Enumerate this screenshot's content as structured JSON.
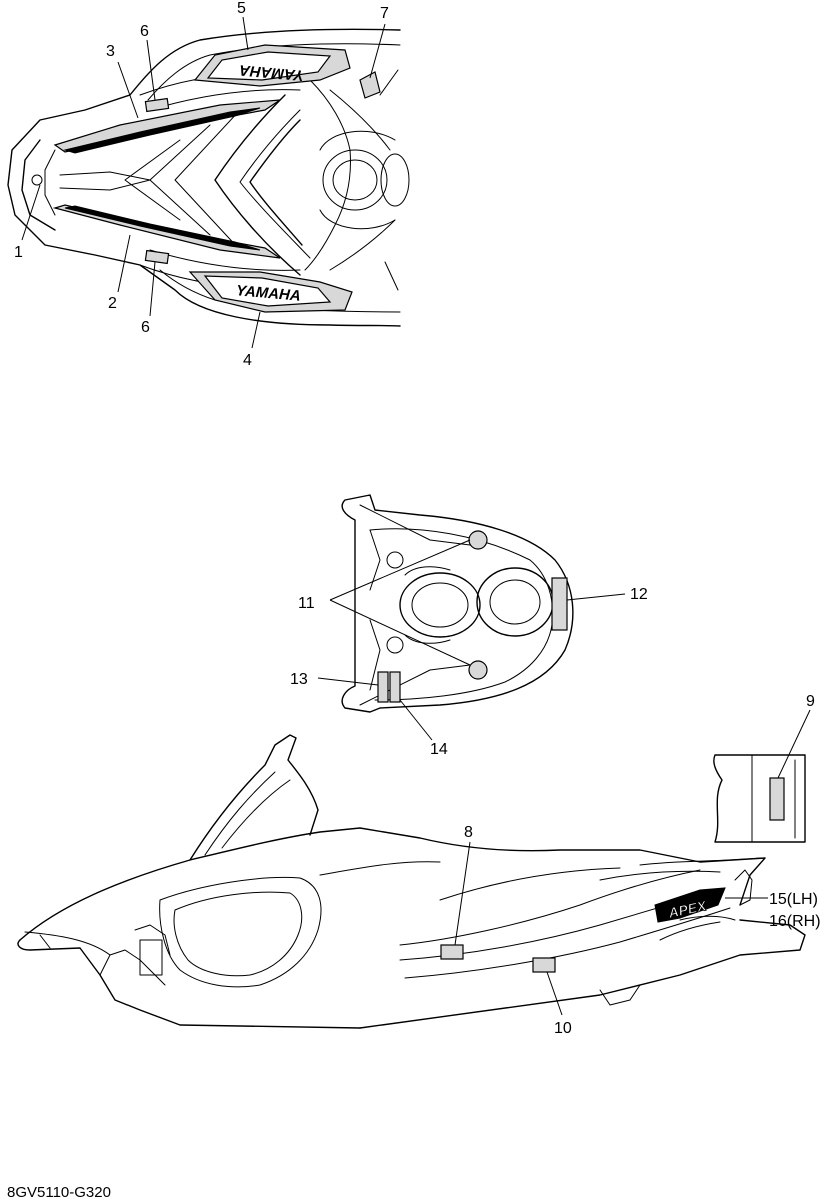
{
  "callouts": {
    "c1": "1",
    "c2": "2",
    "c3": "3",
    "c4": "4",
    "c5": "5",
    "c6a": "6",
    "c6b": "6",
    "c7": "7",
    "c8": "8",
    "c9": "9",
    "c10": "10",
    "c11": "11",
    "c12": "12",
    "c13": "13",
    "c14": "14",
    "c15": "15(LH)",
    "c16": "16(RH)"
  },
  "decal_text": {
    "yamaha_lower": "YAMAHA",
    "yamaha_upper": "YAMAHA",
    "apex": "APEX"
  },
  "drawing_code": "8GV5110-G320"
}
